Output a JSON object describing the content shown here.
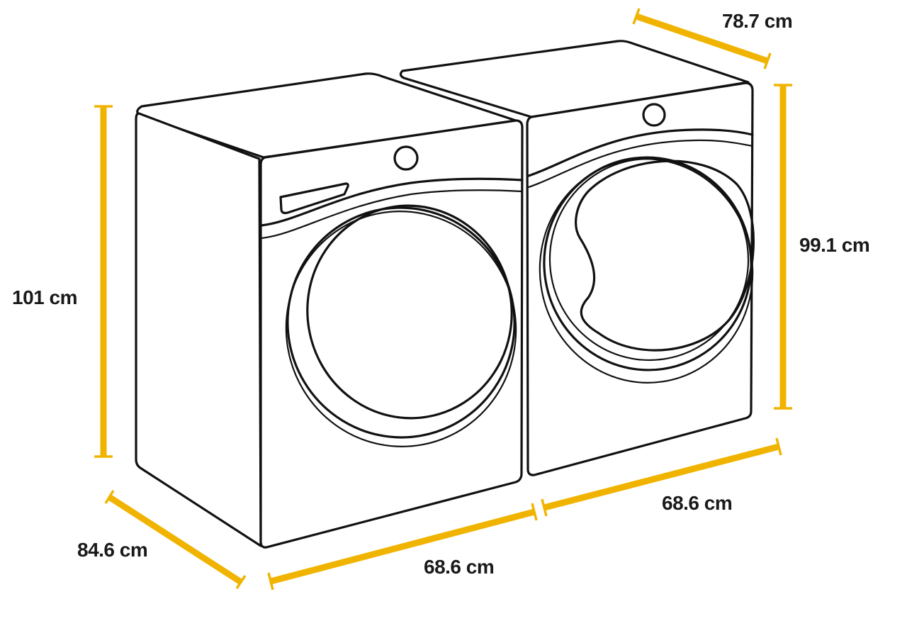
{
  "colors": {
    "dimension_bar": "#f0b400",
    "outline": "#111111",
    "label_text": "#1a1a1a",
    "background": "#ffffff"
  },
  "dimensions": {
    "washer_height": "101 cm",
    "washer_depth": "84.6 cm",
    "washer_width": "68.6 cm",
    "dryer_width": "68.6 cm",
    "dryer_height": "99.1 cm",
    "dryer_depth": "78.7 cm"
  }
}
